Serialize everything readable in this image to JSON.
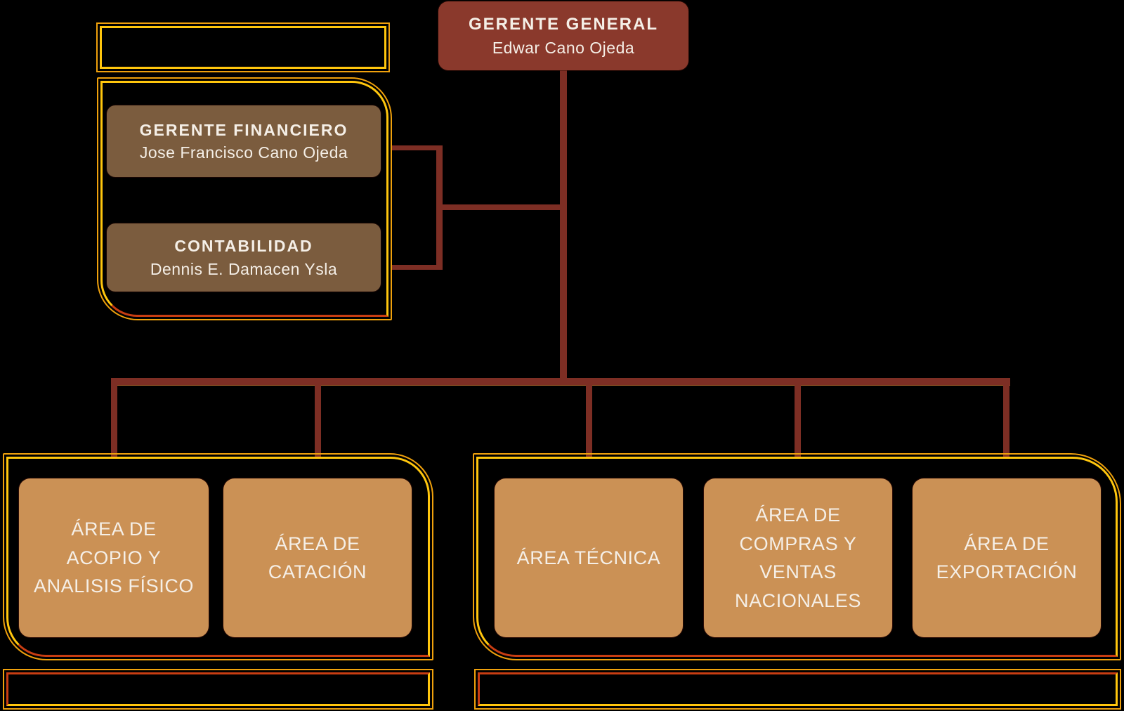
{
  "palette": {
    "background": "#000000",
    "root_box": "#8A392C",
    "branch_box": "#7B5C3E",
    "area_box": "#CB9155",
    "connector_line": "#7D2E24",
    "frame_outer_gold": "#F0A10C",
    "frame_inner_gold": "#FFC60D",
    "frame_accent_red": "#C83D12",
    "text": "#F5EFE7"
  },
  "org": {
    "root": {
      "title": "GERENTE GENERAL",
      "person": "Edwar Cano Ojeda"
    },
    "finance": {
      "title": "GERENTE FINANCIERO",
      "person": "Jose Francisco Cano Ojeda"
    },
    "accounting": {
      "title": "CONTABILIDAD",
      "person": "Dennis E. Damacen Ysla"
    },
    "areas": {
      "acopio": "ÁREA DE\nACOPIO Y\nANALISIS FÍSICO",
      "catacion": "ÁREA DE\nCATACIÓN",
      "tecnica": "ÁREA TÉCNICA",
      "compras": "ÁREA DE\nCOMPRAS Y\nVENTAS\nNACIONALES",
      "exportacion": "ÁREA DE\nEXPORTACIÓN"
    }
  }
}
